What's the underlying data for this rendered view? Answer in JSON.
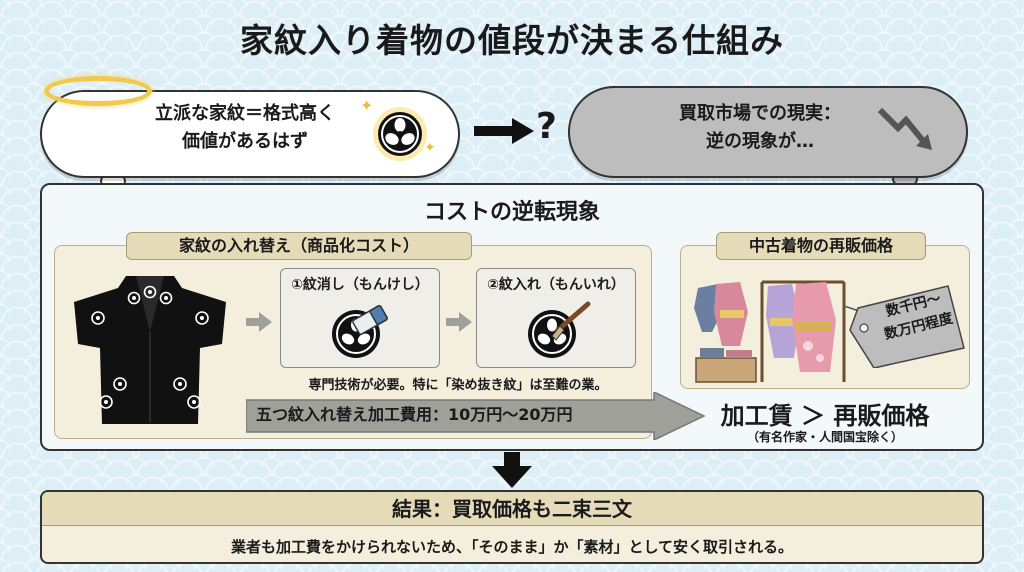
{
  "title": "家紋入り着物の値段が決まる仕組み",
  "thought_left": {
    "line1": "立派な家紋＝格式高く",
    "line2": "価値があるはず"
  },
  "arrow_question": "?",
  "thought_right": {
    "line1": "買取市場での現実：",
    "line2": "逆の現象が…"
  },
  "panel": {
    "title": "コストの逆転現象",
    "left": {
      "heading": "家紋の入れ替え（商品化コスト）",
      "step1": "①紋消し（もんけし）",
      "step2": "②紋入れ（もんいれ）",
      "note": "専門技術が必要。特に「染め抜き紋」は至難の業。",
      "cost_label": "五つ紋入れ替え加工費用：10万円〜20万円"
    },
    "right": {
      "heading": "中古着物の再販価格",
      "price_tag_line1": "数千円〜",
      "price_tag_line2": "数万円程度",
      "comparison": "加工賃 ＞ 再販価格",
      "comparison_note": "（有名作家・人間国宝除く）"
    }
  },
  "result": {
    "heading": "結果：買取価格も二束三文",
    "description": "業者も加工費をかけられないため、「そのまま」か「素材」として安く取引される。"
  },
  "colors": {
    "background": "#dceef6",
    "panel": "#f3f8fb",
    "beige": "#f4eedd",
    "beige_header": "#e6dbb9",
    "kimono_black": "#111111",
    "arrow_gray": "#a0a09a",
    "cloud_gray": "#bdbdbd",
    "halo": "#f2c94c"
  }
}
